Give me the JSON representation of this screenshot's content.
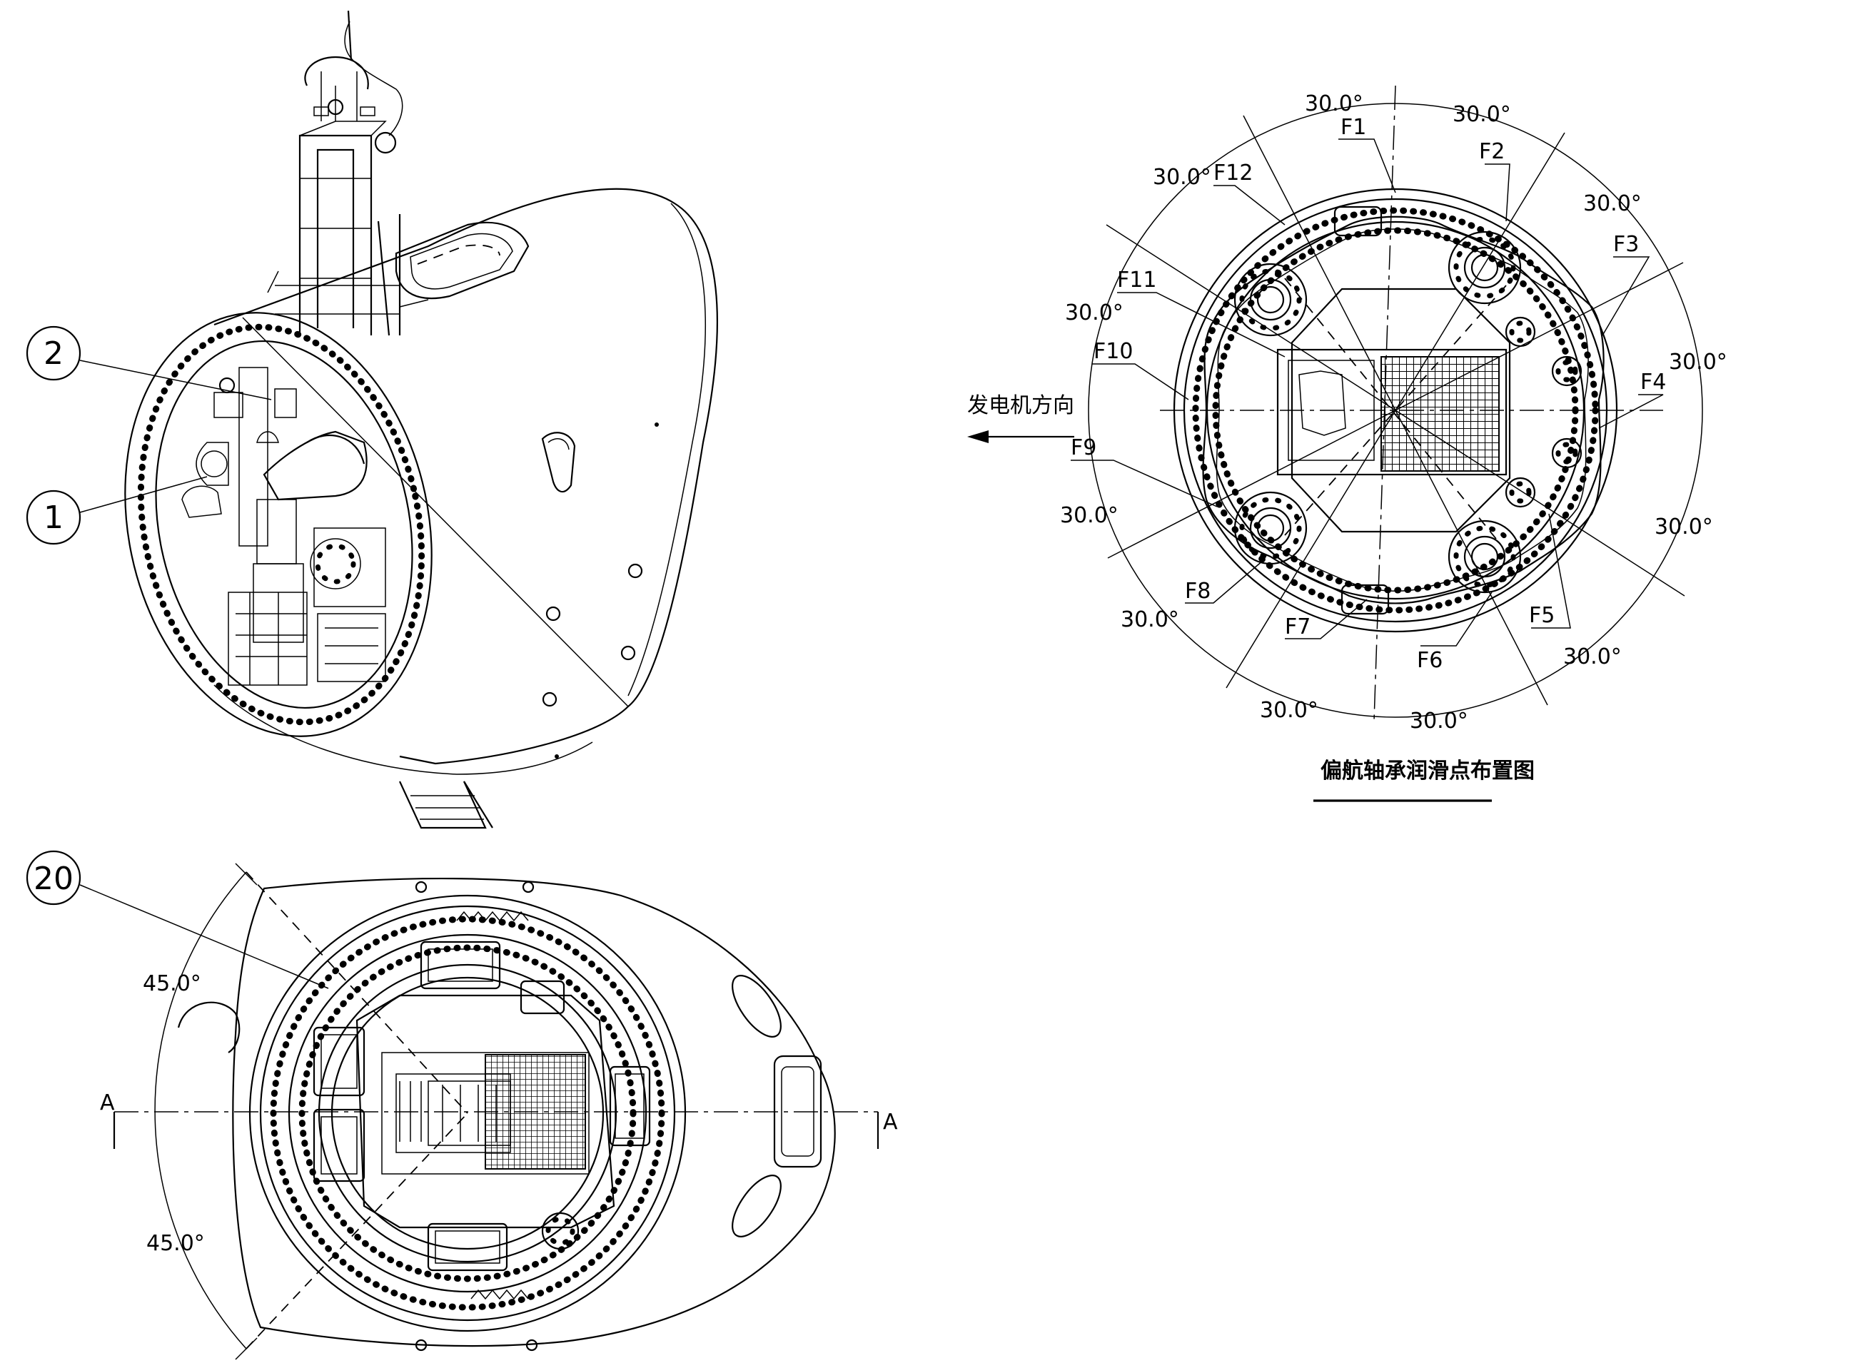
{
  "balloons": {
    "item1": "1",
    "item2": "2",
    "item20": "20"
  },
  "yaw_diagram": {
    "title": "偏航轴承润滑点布置图",
    "direction_label": "发电机方向",
    "points": [
      "F1",
      "F2",
      "F3",
      "F4",
      "F5",
      "F6",
      "F7",
      "F8",
      "F9",
      "F10",
      "F11",
      "F12"
    ],
    "angle_label": "30.0°"
  },
  "top_view": {
    "angle_label": "45.0°",
    "section_label": "A"
  }
}
